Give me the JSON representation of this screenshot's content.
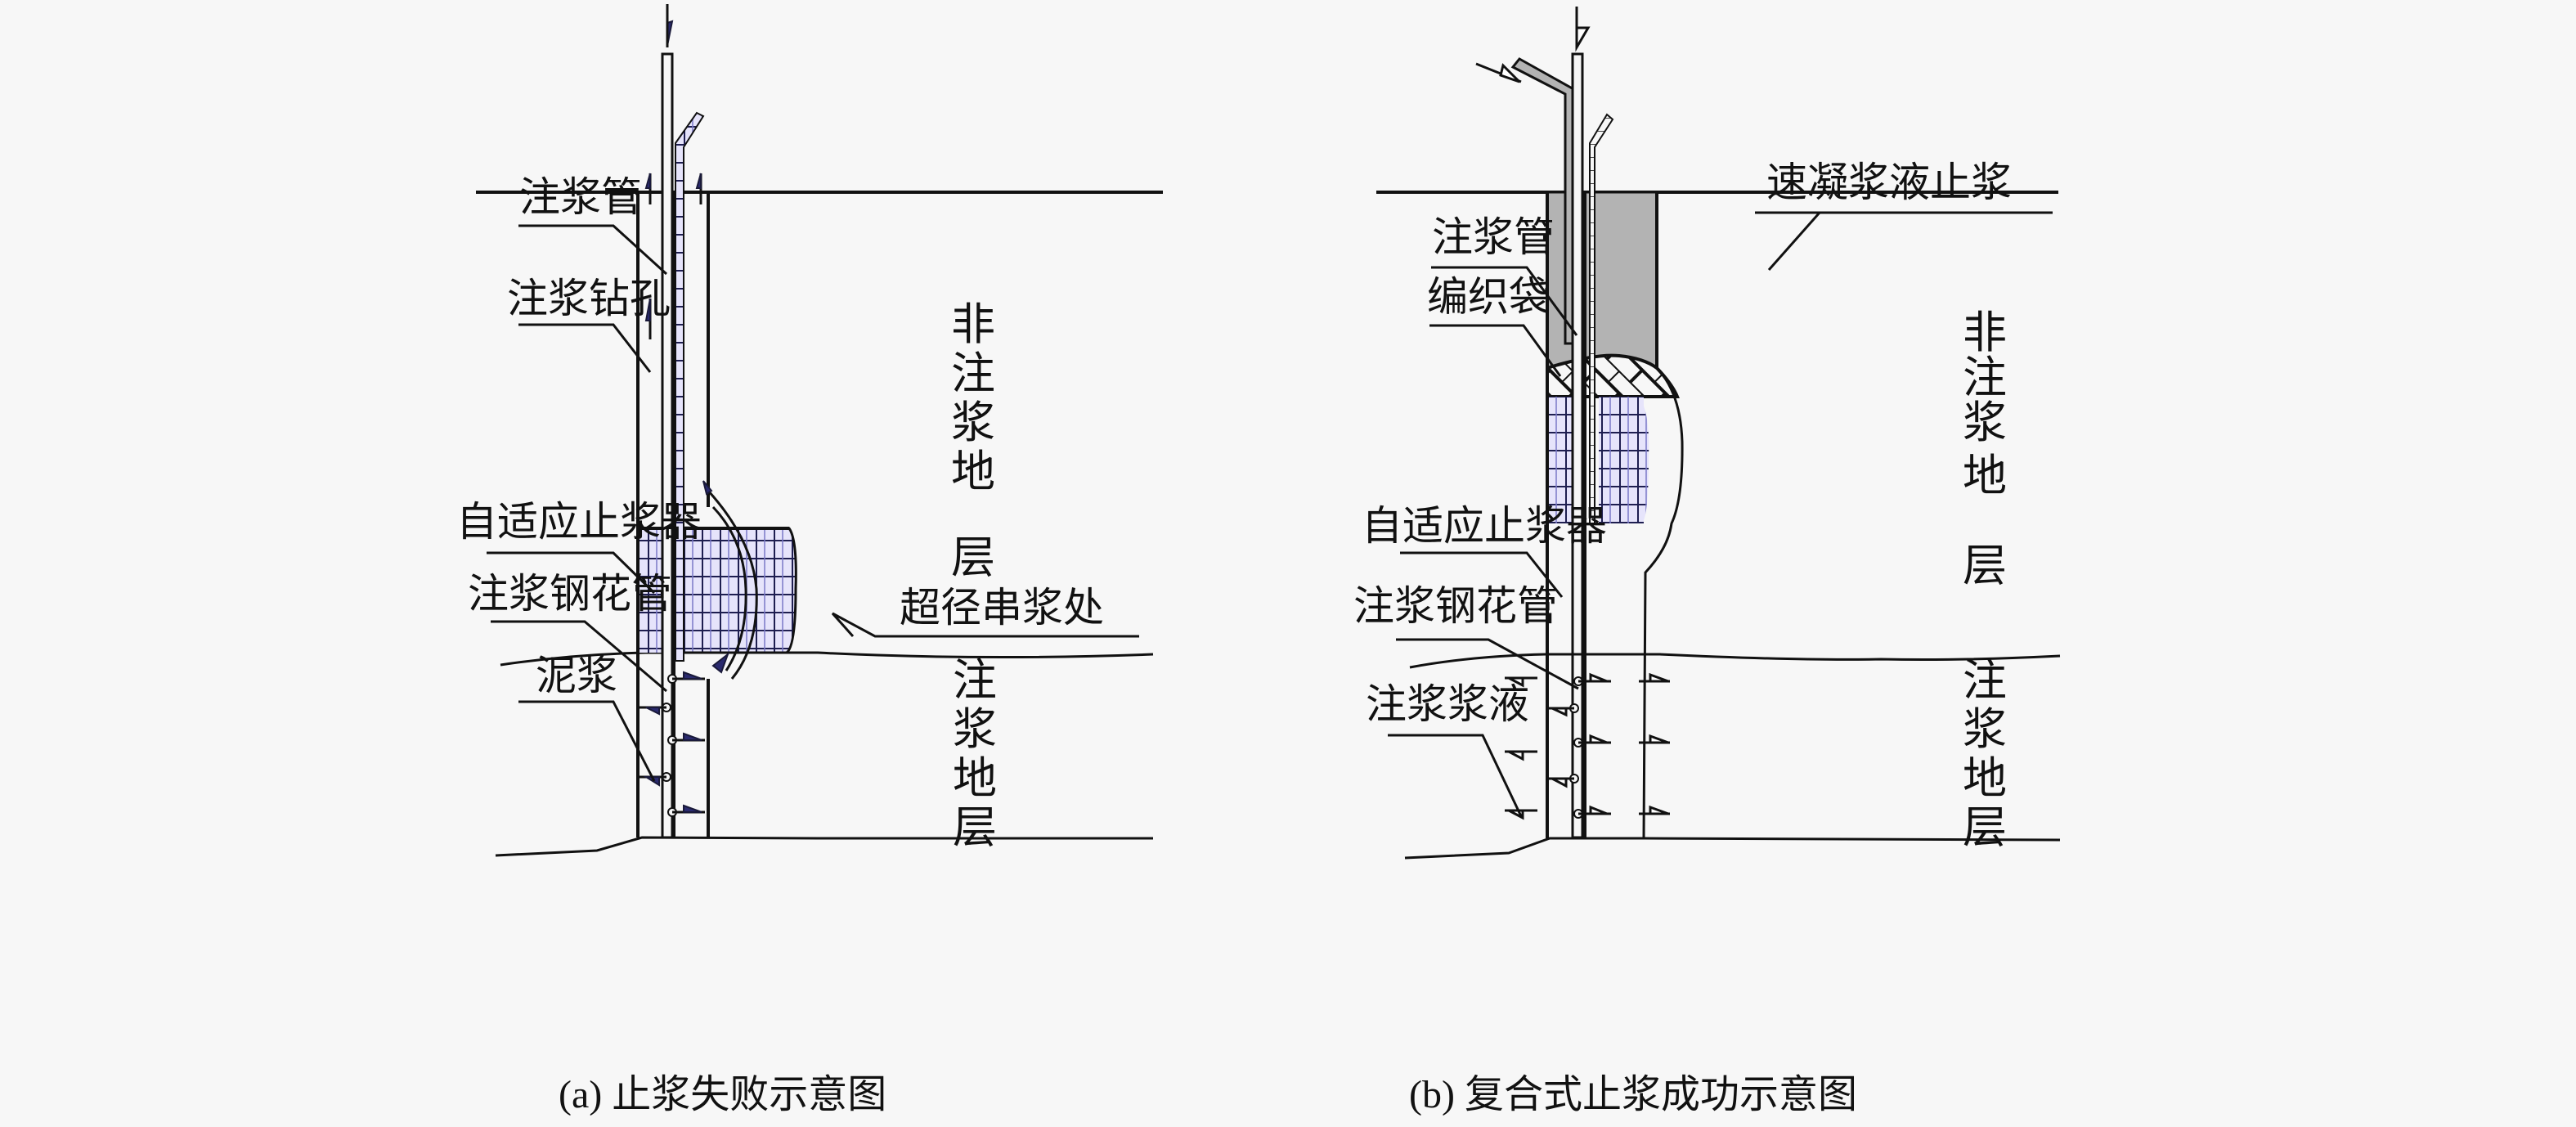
{
  "panel_a": {
    "caption": "(a) 止浆失败示意图",
    "labels": {
      "grout_pipe": "注浆管",
      "grout_borehole": "注浆钻孔",
      "adaptive_stopper": "自适应止浆器",
      "steel_perforated_pipe": "注浆钢花管",
      "mud": "泥浆",
      "overdiameter_leak": "超径串浆处"
    },
    "strata": {
      "non_grouting": [
        "非",
        "注",
        "浆",
        "地",
        "层"
      ],
      "grouting": [
        "注",
        "浆",
        "地",
        "层"
      ]
    }
  },
  "panel_b": {
    "caption": "(b) 复合式止浆成功示意图",
    "labels": {
      "quick_setting_seal": "速凝浆液止浆",
      "grout_pipe": "注浆管",
      "woven_bag": "编织袋",
      "adaptive_stopper": "自适应止浆器",
      "steel_perforated_pipe": "注浆钢花管",
      "grout_slurry": "注浆浆液"
    },
    "strata": {
      "non_grouting": [
        "非",
        "注",
        "浆",
        "地",
        "层"
      ],
      "grouting": [
        "注",
        "浆",
        "地",
        "层"
      ]
    }
  },
  "colors": {
    "background": "#f7f7f7",
    "stopper_fill": "#e6e4fb",
    "stopper_grid": "#1e1e50",
    "quick_seal_fill": "#b3b3b3",
    "arrow_fill": "#2a2a6e"
  }
}
